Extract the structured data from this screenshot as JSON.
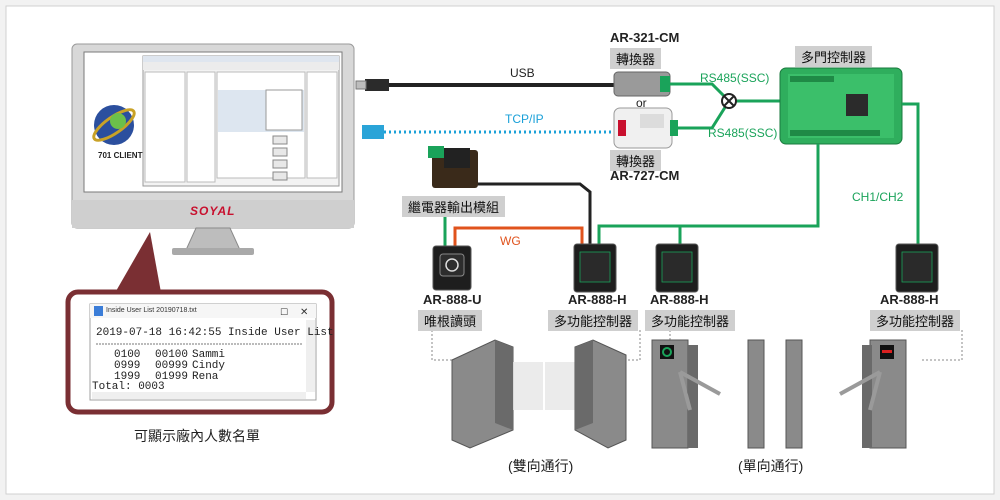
{
  "labels": {
    "ar321_model": "AR-321-CM",
    "ar321_name": "轉換器",
    "ar727_name": "轉換器",
    "ar727_model": "AR-727-CM",
    "multi_door": "多門控制器",
    "usb": "USB",
    "tcpip": "TCP/IP",
    "or": "or",
    "rs485_top": "RS485(SSC)",
    "rs485_bottom": "RS485(SSC)",
    "ch": "CH1/CH2",
    "relay": "繼電器輸出模組",
    "wg": "WG",
    "reader1_model": "AR-888-U",
    "reader1_name": "唯根讀頭",
    "reader2_model": "AR-888-H",
    "reader2_name": "多功能控制器",
    "reader3_model": "AR-888-H",
    "reader3_name": "多功能控制器",
    "reader4_model": "AR-888-H",
    "reader4_name": "多功能控制器",
    "bi_dir": "(雙向通行)",
    "uni_dir": "(單向通行)",
    "caption": "可顯示廠內人數名單",
    "brand": "SOYAL",
    "client": "701 CLIENT"
  },
  "window": {
    "title": "Inside User List 20190718.txt",
    "header": "2019-07-18 16:42:55 Inside User List",
    "rows": [
      {
        "a": "0100",
        "b": "00100",
        "c": "Sammi"
      },
      {
        "a": "0999",
        "b": "00999",
        "c": "Cindy"
      },
      {
        "a": "1999",
        "b": "01999",
        "c": "Rena"
      }
    ],
    "total": "Total: 0003"
  },
  "colors": {
    "green": "#1aa35a",
    "cyan": "#1aa0d8",
    "orange": "#e0531d",
    "maroon": "#7a2f33",
    "brand": "#c8102e"
  }
}
